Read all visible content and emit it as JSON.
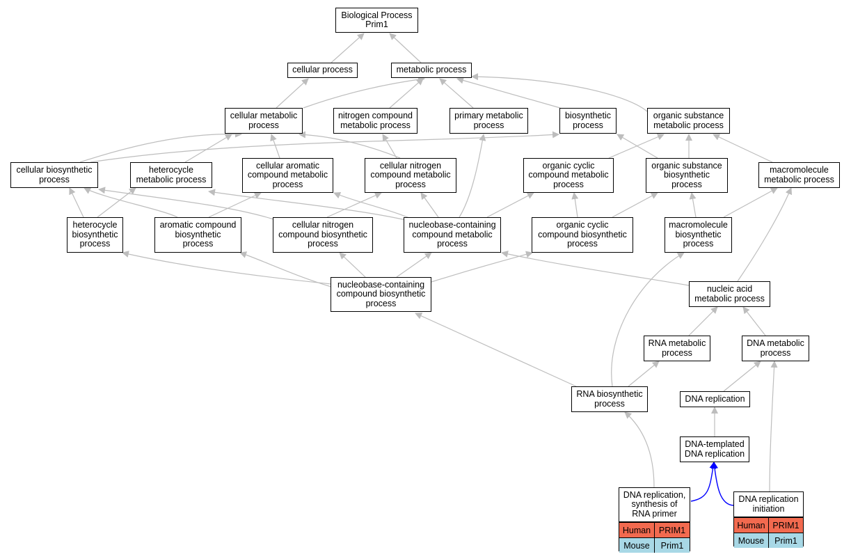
{
  "colors": {
    "edge": "#bdbdbd",
    "highlight_edge": "#0000ff",
    "human": "#f26a4f",
    "mouse": "#a8d8e6"
  },
  "nodes": {
    "root": "Biological Process\nPrim1",
    "cellular_process": "cellular process",
    "metabolic_process": "metabolic process",
    "cellular_metabolic": "cellular metabolic\nprocess",
    "nitrogen_compound_metabolic": "nitrogen compound\nmetabolic process",
    "primary_metabolic": "primary metabolic\nprocess",
    "biosynthetic": "biosynthetic\nprocess",
    "organic_substance_metabolic": "organic substance\nmetabolic process",
    "cellular_biosynthetic": "cellular biosynthetic\nprocess",
    "heterocycle_metabolic": "heterocycle\nmetabolic process",
    "cellular_aromatic_metabolic": "cellular aromatic\ncompound metabolic\nprocess",
    "cellular_nitrogen_metabolic": "cellular nitrogen\ncompound metabolic\nprocess",
    "organic_cyclic_metabolic": "organic cyclic\ncompound metabolic\nprocess",
    "organic_substance_biosynthetic": "organic substance\nbiosynthetic\nprocess",
    "macromolecule_metabolic": "macromolecule\nmetabolic process",
    "heterocycle_biosynthetic": "heterocycle\nbiosynthetic\nprocess",
    "aromatic_biosynthetic": "aromatic compound\nbiosynthetic\nprocess",
    "cellular_nitrogen_biosynthetic": "cellular nitrogen\ncompound biosynthetic\nprocess",
    "nucleobase_metabolic": "nucleobase-containing\ncompound metabolic\nprocess",
    "organic_cyclic_biosynthetic": "organic cyclic\ncompound biosynthetic\nprocess",
    "macromolecule_biosynthetic": "macromolecule\nbiosynthetic\nprocess",
    "nucleobase_biosynthetic": "nucleobase-containing\ncompound biosynthetic\nprocess",
    "nucleic_acid_metabolic": "nucleic acid\nmetabolic process",
    "rna_metabolic": "RNA metabolic\nprocess",
    "dna_metabolic": "DNA metabolic\nprocess",
    "rna_biosynthetic": "RNA biosynthetic\nprocess",
    "dna_replication": "DNA replication",
    "dna_templated_replication": "DNA-templated\nDNA replication"
  },
  "annotated": {
    "primer": {
      "title": "DNA replication,\nsynthesis of\nRNA primer",
      "human": [
        "Human",
        "PRIM1"
      ],
      "mouse": [
        "Mouse",
        "Prim1"
      ]
    },
    "initiation": {
      "title": "DNA replication\ninitiation",
      "human": [
        "Human",
        "PRIM1"
      ],
      "mouse": [
        "Mouse",
        "Prim1"
      ]
    }
  }
}
